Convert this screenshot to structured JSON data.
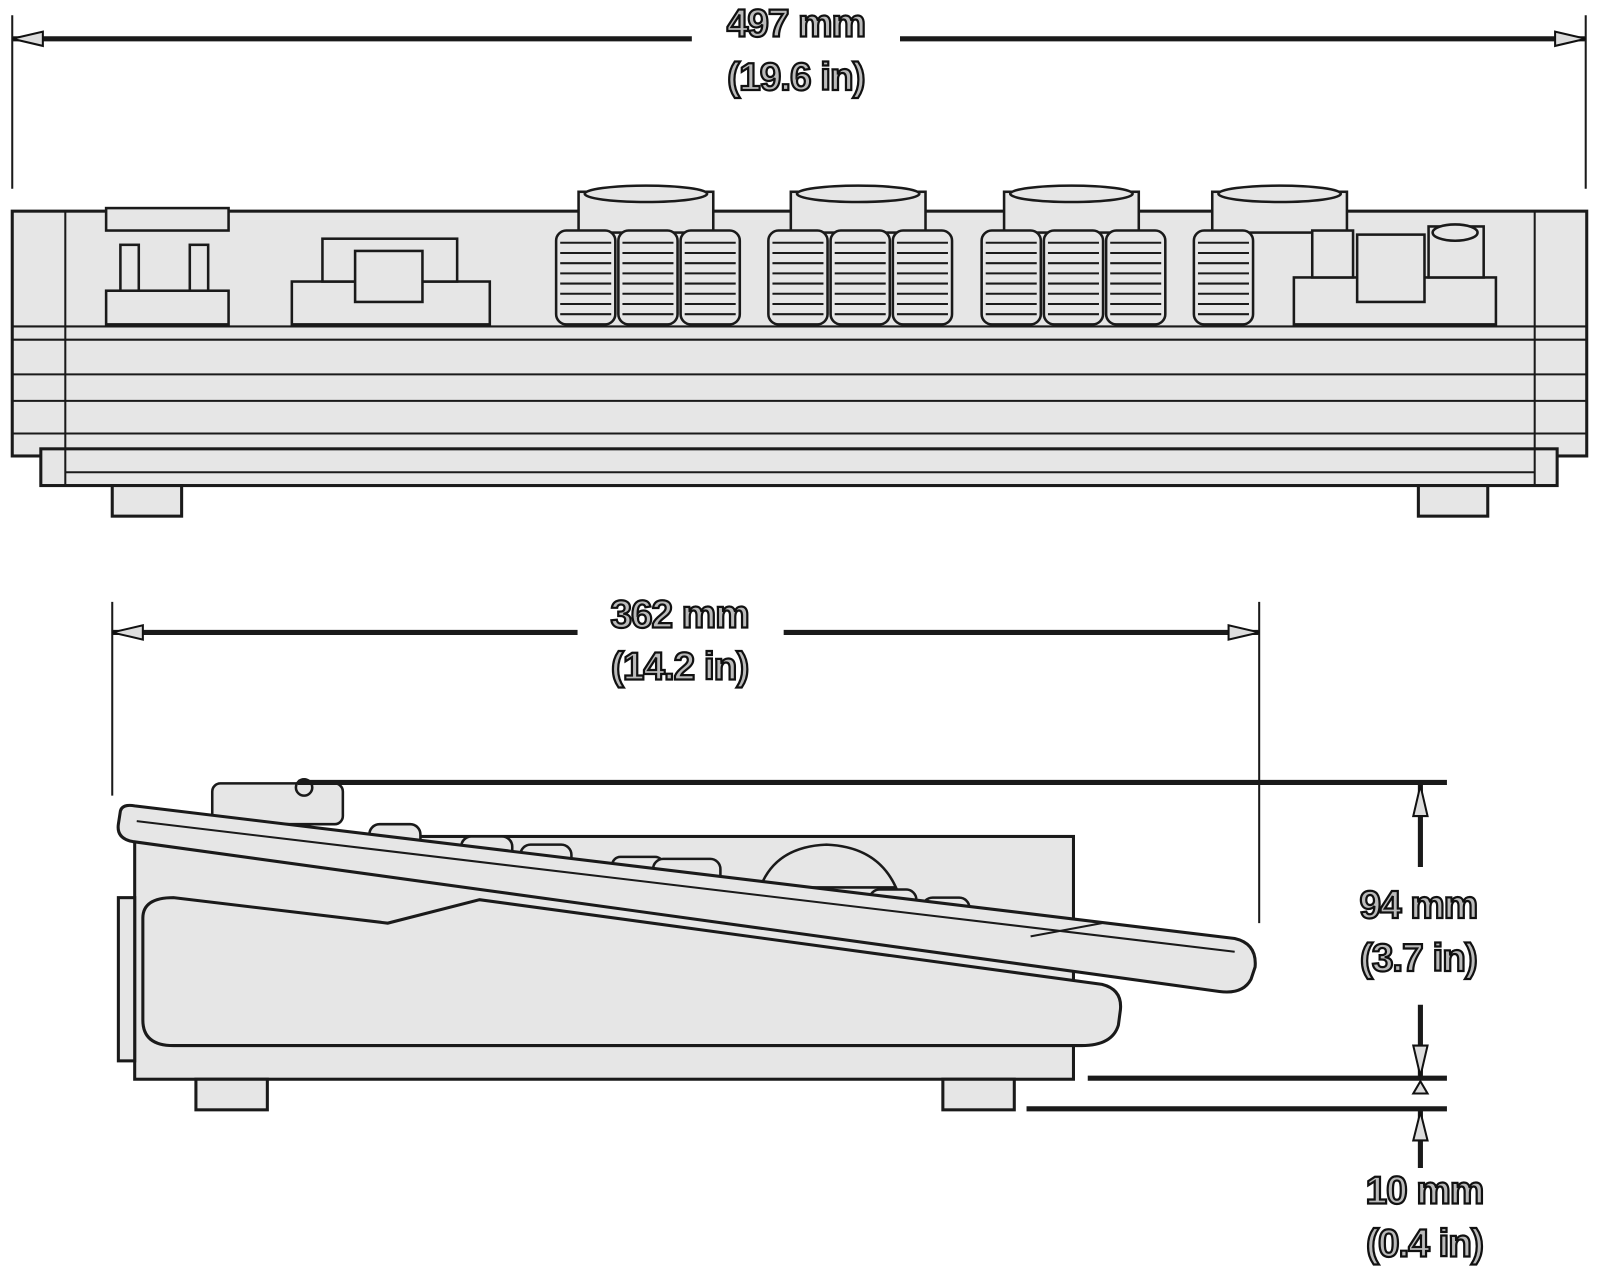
{
  "diagram": {
    "front_view": {
      "width_label_mm": "497 mm",
      "width_label_in": "(19.6 in)"
    },
    "side_view": {
      "depth_label_mm": "362 mm",
      "depth_label_in": "(14.2 in)",
      "height_label_mm": "94 mm",
      "height_label_in": "(3.7 in)",
      "foot_label_mm": "10 mm",
      "foot_label_in": "(0.4 in)"
    }
  }
}
